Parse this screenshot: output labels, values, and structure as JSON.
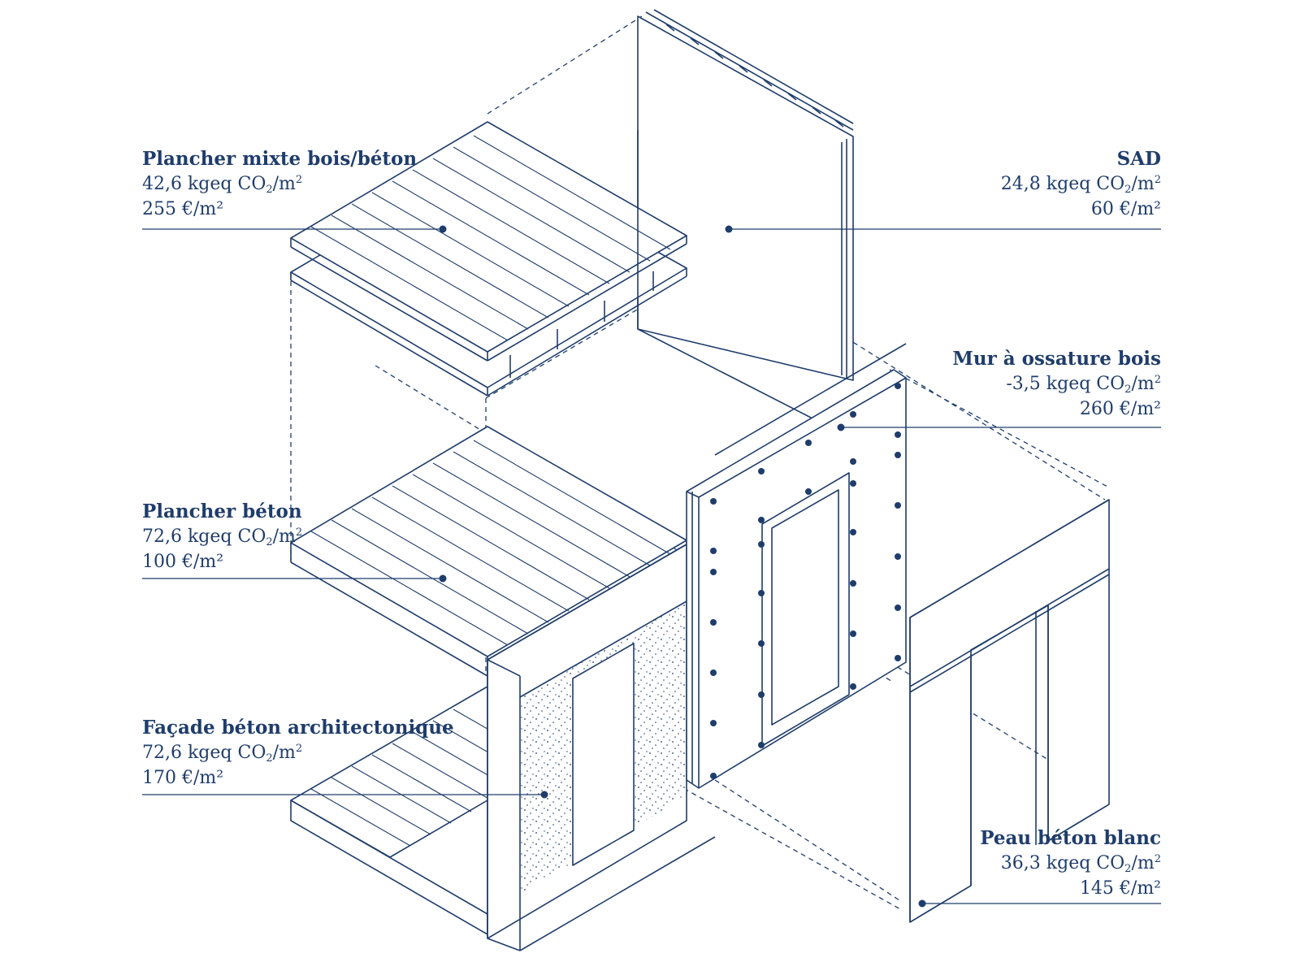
{
  "colors": {
    "ink": "#1f3d6b",
    "background": "#ffffff"
  },
  "labels": {
    "plancher_mixte": {
      "title": "Plancher mixte bois/béton",
      "emission_value": "42,6 kgeq CO",
      "emission_sub": "2",
      "emission_unit": "/m",
      "emission_sup": "2",
      "cost": "255 €/m²"
    },
    "sad": {
      "title": "SAD",
      "emission_value": "24,8 kgeq CO",
      "emission_sub": "2",
      "emission_unit": "/m",
      "emission_sup": "2",
      "cost": "60 €/m²"
    },
    "mur_ossature": {
      "title": "Mur à ossature bois",
      "emission_value": "-3,5 kgeq CO",
      "emission_sub": "2",
      "emission_unit": "/m",
      "emission_sup": "2",
      "cost": "260 €/m²"
    },
    "plancher_beton": {
      "title": "Plancher béton",
      "emission_value": "72,6 kgeq CO",
      "emission_sub": "2",
      "emission_unit": "/m",
      "emission_sup": "2",
      "cost": "100 €/m²"
    },
    "facade_beton": {
      "title": "Façade béton architectonique",
      "emission_value": "72,6 kgeq CO",
      "emission_sub": "2",
      "emission_unit": "/m",
      "emission_sup": "2",
      "cost": "170 €/m²"
    },
    "peau_beton": {
      "title": "Peau béton blanc",
      "emission_value": "36,3 kgeq CO",
      "emission_sub": "2",
      "emission_unit": "/m",
      "emission_sup": "2",
      "cost": "145 €/m²"
    }
  }
}
